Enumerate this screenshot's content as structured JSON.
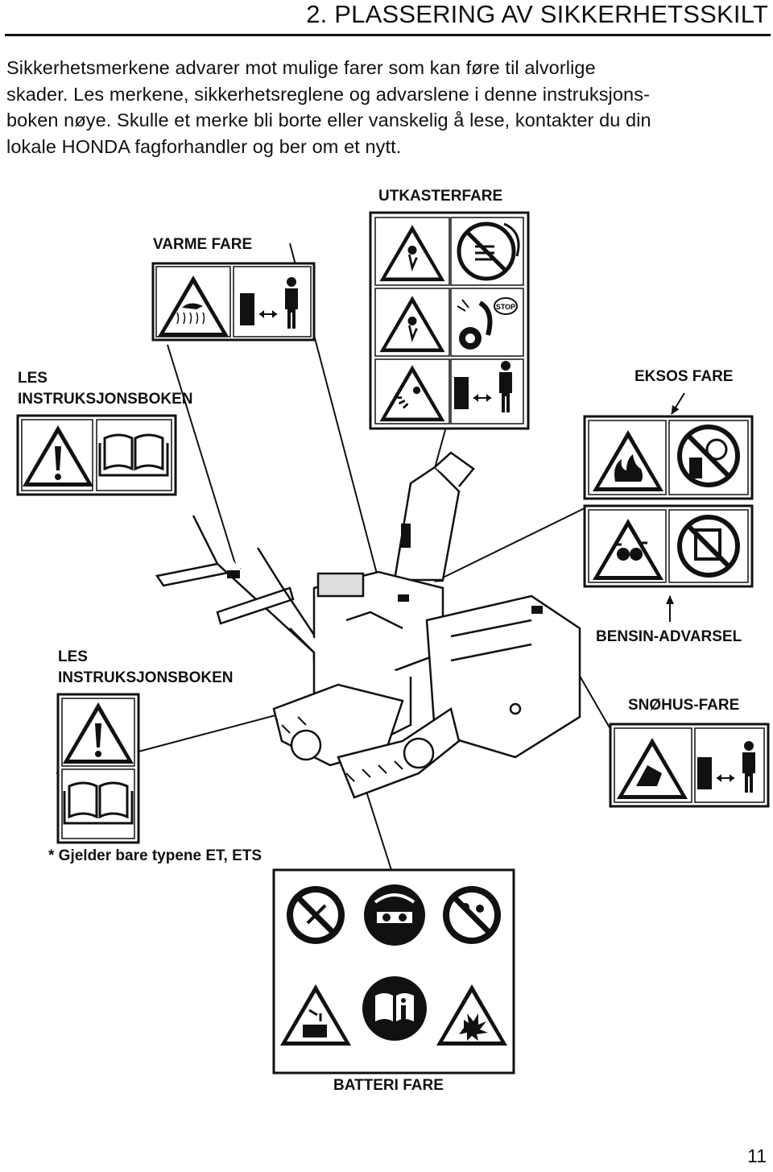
{
  "header": {
    "title": "2. PLASSERING AV SIKKERHETSSKILT"
  },
  "intro": {
    "lines": [
      "Sikkerhetsmerkene advarer mot mulige farer som kan føre til alvorlige",
      "skader. Les merkene, sikkerhetsreglene og advarslene i denne instruksjons-",
      "boken nøye. Skulle et merke bli borte eller vanskelig å lese, kontakter du din",
      "lokale HONDA fagforhandler og ber om et nytt."
    ]
  },
  "labels": {
    "utkasterfare": "UTKASTERFARE",
    "varme_fare": "VARME FARE",
    "les_instruksjonsboken_1_line1": "LES",
    "les_instruksjonsboken_1_line2": "INSTRUKSJONSBOKEN",
    "eksos_fare": "EKSOS FARE",
    "bensin_advarsel": "BENSIN-ADVARSEL",
    "les_instruksjonsboken_2_line1": "LES",
    "les_instruksjonsboken_2_line2": "INSTRUKSJONSBOKEN",
    "snohus_fare": "SNØHUS-FARE",
    "footnote": "* Gjelder bare typene ET, ETS",
    "batteri_fare": "BATTERI FARE",
    "stop": "STOP"
  },
  "page": {
    "number": "11"
  },
  "icons": [
    "warning-triangle-icon",
    "book-icon",
    "hand-burn-icon",
    "person-distance-icon",
    "projectile-icon",
    "no-entry-icon",
    "fire-icon",
    "no-smoking-icon",
    "goggles-icon",
    "explosion-icon",
    "acid-icon",
    "snowblower-illustration"
  ],
  "colors": {
    "ink": "#111111",
    "paper": "#ffffff"
  }
}
